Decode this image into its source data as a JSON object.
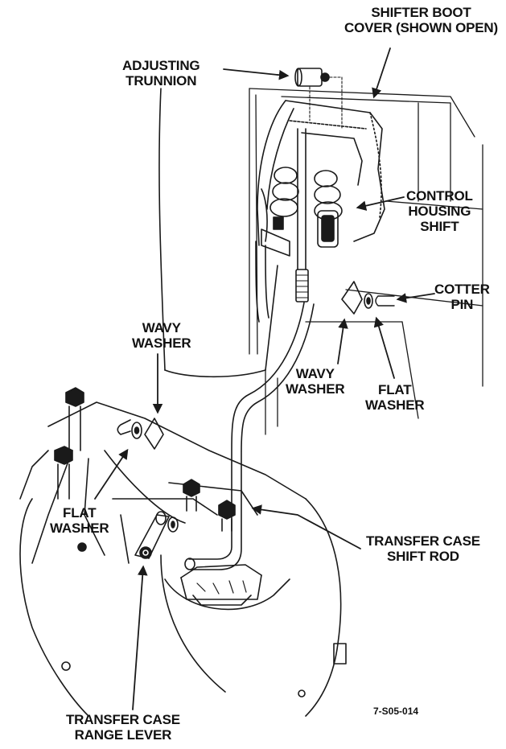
{
  "labels": {
    "shifter_boot_cover": [
      "SHIFTER BOOT",
      "COVER (SHOWN OPEN)"
    ],
    "adjusting_trunnion": [
      "ADJUSTING",
      "TRUNNION"
    ],
    "control_housing_shift": [
      "CONTROL",
      "HOUSING",
      "SHIFT"
    ],
    "cotter_pin": [
      "COTTER",
      "PIN"
    ],
    "wavy_washer_left": [
      "WAVY",
      "WASHER"
    ],
    "wavy_washer_center": [
      "WAVY",
      "WASHER"
    ],
    "flat_washer_right": [
      "FLAT",
      "WASHER"
    ],
    "flat_washer_left": [
      "FLAT",
      "WASHER"
    ],
    "transfer_case_shift_rod": [
      "TRANSFER CASE",
      "SHIFT ROD"
    ],
    "transfer_case_range_lever": [
      "TRANSFER CASE",
      "RANGE LEVER"
    ]
  },
  "figure_id": "7-S05-014"
}
